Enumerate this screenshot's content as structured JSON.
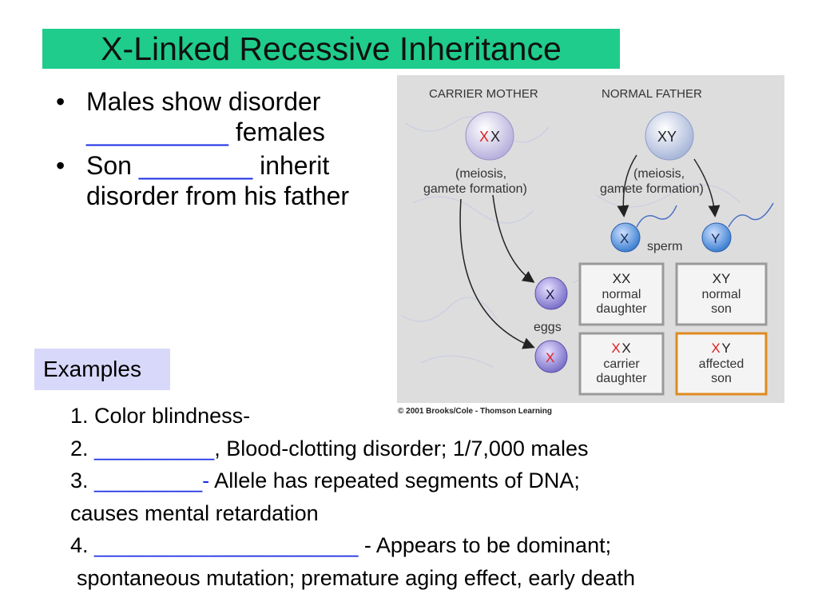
{
  "title": "X-Linked Recessive Inheritance",
  "bullets": [
    {
      "text": "Males show disorder",
      "blank": "__________",
      "tail": " females"
    },
    {
      "prefix": "Son ",
      "blank": "________",
      "text": " inherit disorder from his father"
    }
  ],
  "examples_label": "Examples",
  "examples": [
    {
      "number": "1.",
      "text": " Color blindness-"
    },
    {
      "number": "2.",
      "blank": " __________",
      "text": ", Blood-clotting disorder; 1/7,000 males"
    },
    {
      "number": "3.",
      "blank": " _________-",
      "text": "  Allele has repeated segments of DNA;",
      "continuation": "causes mental retardation"
    },
    {
      "number": "4.",
      "blank": " ______________________",
      "text": " - Appears to be dominant;",
      "continuation": " spontaneous mutation; premature aging effect, early death"
    }
  ],
  "diagram": {
    "mother_label": "CARRIER MOTHER",
    "father_label": "NORMAL FATHER",
    "mother_genotype_x1": "X",
    "mother_genotype_x2": "X",
    "father_genotype": "XY",
    "meiosis_label": "(meiosis,",
    "gamete_label": "gamete formation)",
    "sperm_x": "X",
    "sperm_y": "Y",
    "sperm_label": "sperm",
    "egg_normal": "X",
    "egg_affected": "X",
    "eggs_label": "eggs",
    "cells": [
      {
        "geno_a": "XX",
        "geno_b": "",
        "line1": "normal",
        "line2": "daughter"
      },
      {
        "geno_a": "XY",
        "geno_b": "",
        "line1": "normal",
        "line2": "son"
      },
      {
        "geno_a": "X",
        "geno_b": "X",
        "line1": "carrier",
        "line2": "daughter"
      },
      {
        "geno_a": "X",
        "geno_b": "Y",
        "line1": "affected",
        "line2": "son"
      }
    ],
    "colors": {
      "affected_x": "#e02020",
      "cell_blue": "#3b7fd0",
      "egg_purple": "#7a6fc8",
      "affected_border": "#e08a20"
    }
  },
  "copyright": "© 2001 Brooks/Cole - Thomson Learning"
}
